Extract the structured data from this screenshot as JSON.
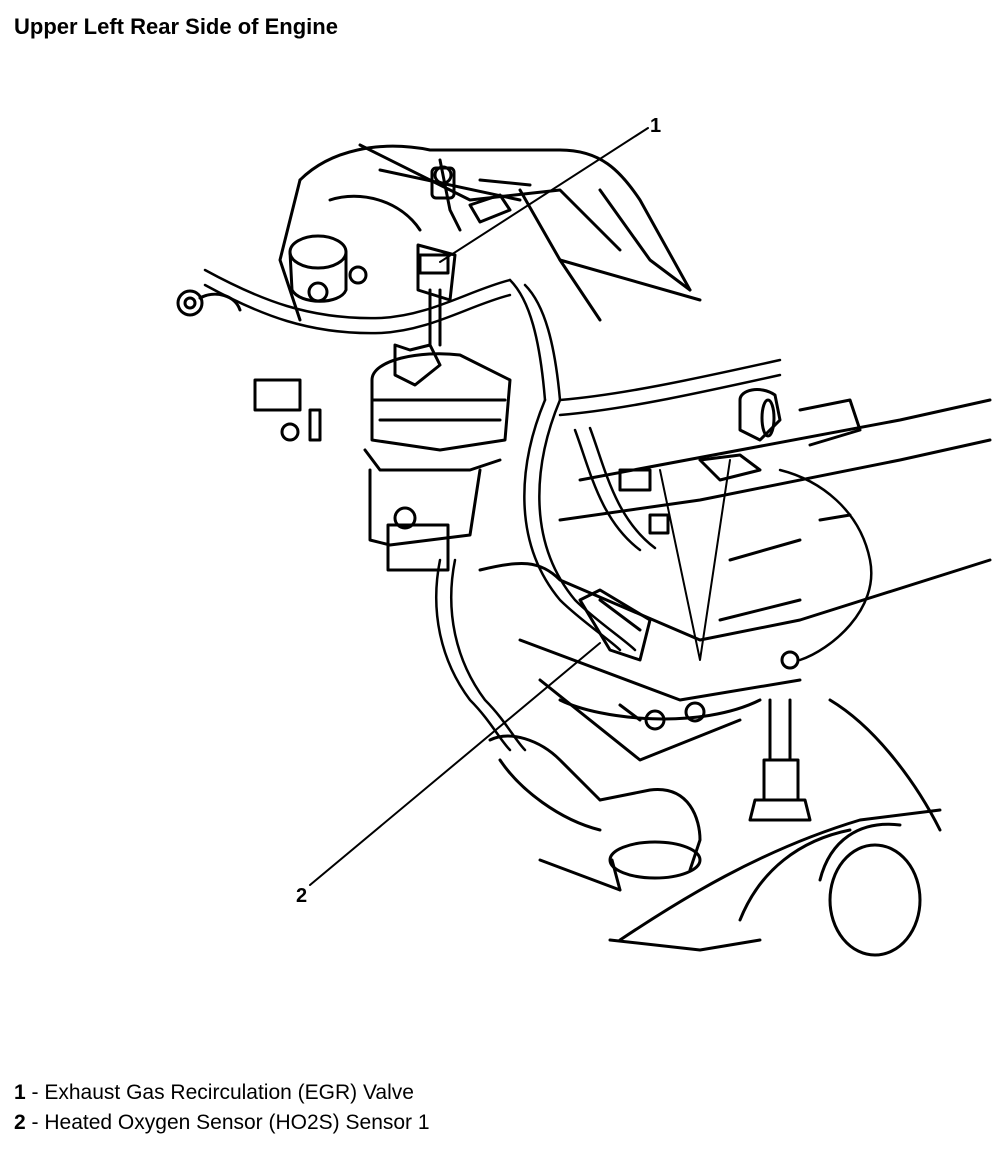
{
  "title": "Upper Left Rear Side of Engine",
  "callouts": [
    {
      "number": "1"
    },
    {
      "number": "2"
    }
  ],
  "legend": [
    {
      "number": "1",
      "separator": "-",
      "text": "Exhaust Gas Recirculation (EGR) Valve"
    },
    {
      "number": "2",
      "separator": "-",
      "text": "Heated Oxygen Sensor (HO2S) Sensor 1"
    }
  ]
}
